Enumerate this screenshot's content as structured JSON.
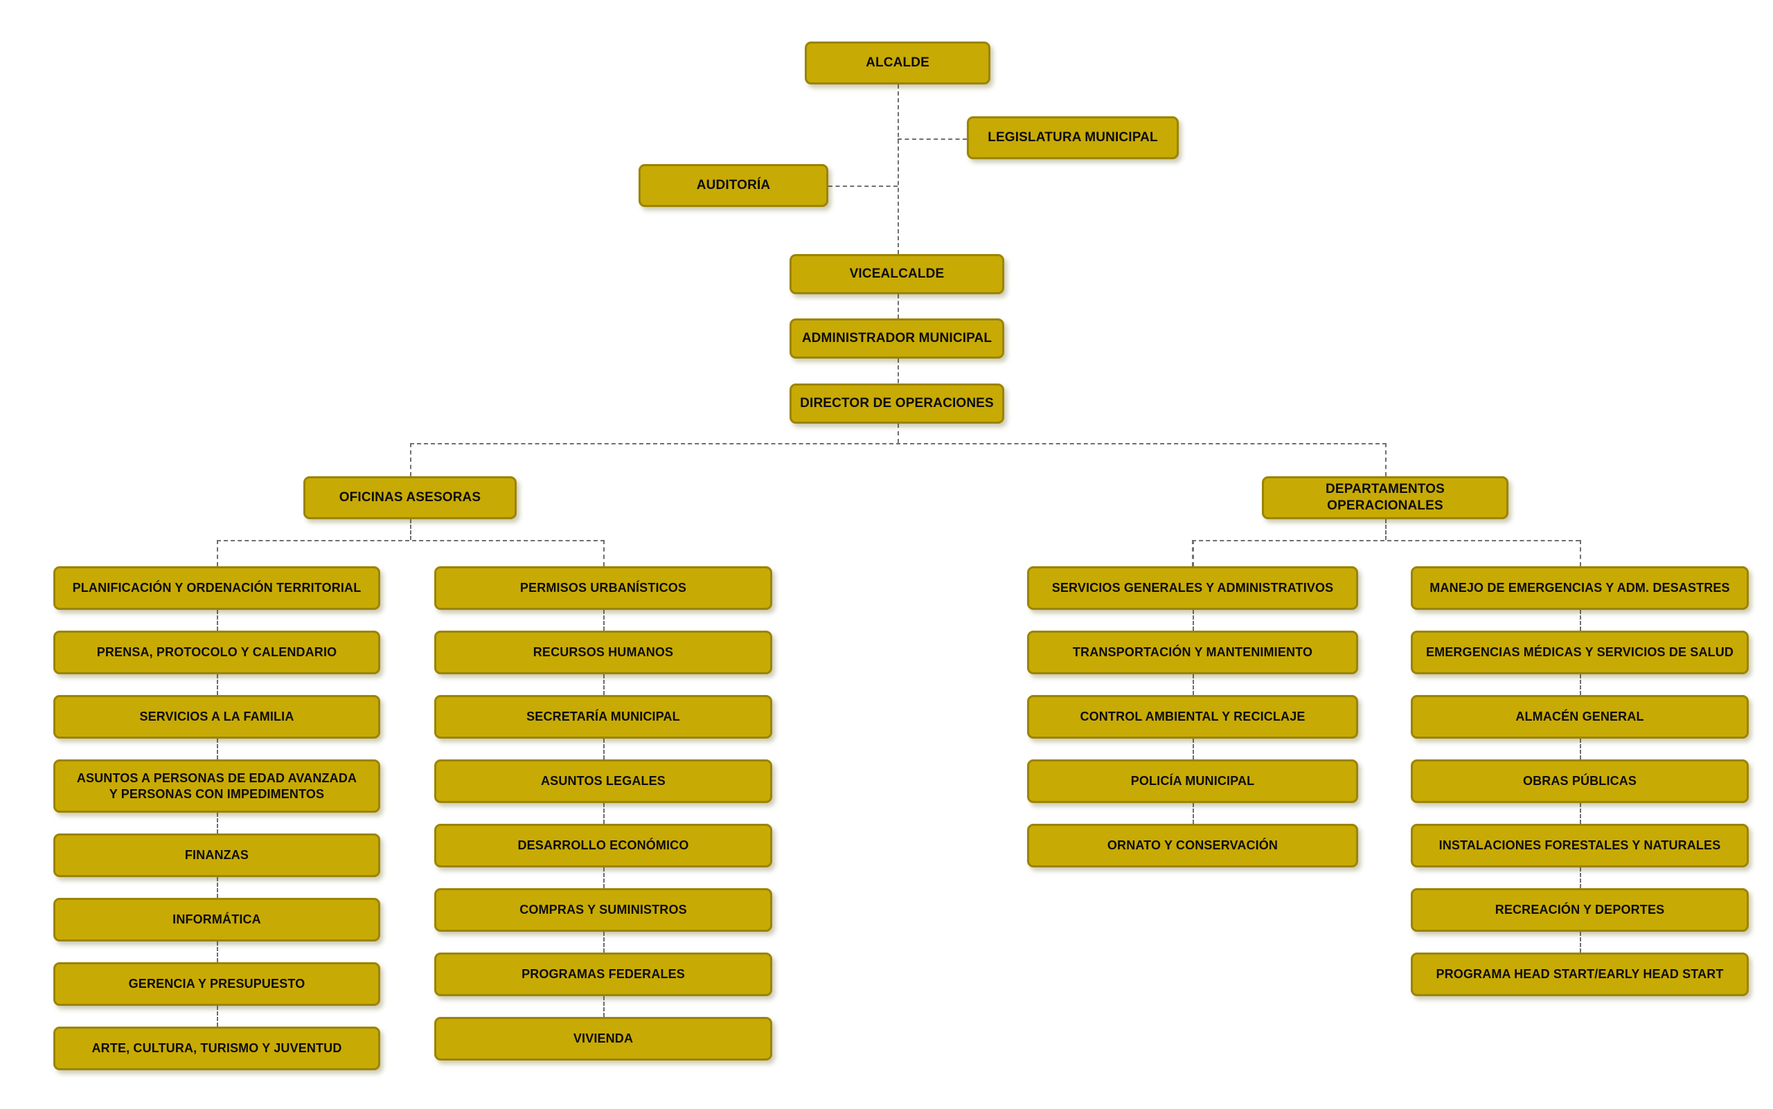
{
  "meta": {
    "title": "Organigrama Municipal",
    "box_fill": "#c8aa04",
    "box_border": "#9b8403",
    "text_color": "#0d0d0d",
    "line_color": "#6f6f6f",
    "background": "#ffffff"
  },
  "chart_data": {
    "type": "organization-chart",
    "orientation": "top-down",
    "line_style": "dashed",
    "nodes": [
      {
        "id": "alcalde",
        "label": "ALCALDE",
        "parent": null
      },
      {
        "id": "legislatura",
        "label": "LEGISLATURA MUNICIPAL",
        "parent": "alcalde"
      },
      {
        "id": "auditoria",
        "label": "AUDITORÍA",
        "parent": "alcalde"
      },
      {
        "id": "vicealcalde",
        "label": "VICEALCALDE",
        "parent": "alcalde"
      },
      {
        "id": "administrador",
        "label": "ADMINISTRADOR MUNICIPAL",
        "parent": "vicealcalde"
      },
      {
        "id": "director",
        "label": "DIRECTOR DE OPERACIONES",
        "parent": "administrador"
      },
      {
        "id": "oficinas",
        "label": "OFICINAS ASESORAS",
        "parent": "director"
      },
      {
        "id": "departamentos",
        "label": "DEPARTAMENTOS OPERACIONALES",
        "parent": "director"
      }
    ]
  },
  "nodes": {
    "alcalde": "ALCALDE",
    "legislatura": "LEGISLATURA MUNICIPAL",
    "auditoria": "AUDITORÍA",
    "vicealcalde": "VICEALCALDE",
    "administrador": "ADMINISTRADOR MUNICIPAL",
    "director": "DIRECTOR DE OPERACIONES",
    "oficinas": "OFICINAS ASESORAS",
    "departamentos": "DEPARTAMENTOS OPERACIONALES"
  },
  "columns": {
    "oficinas_col1": [
      "PLANIFICACIÓN Y ORDENACIÓN TERRITORIAL",
      "PRENSA, PROTOCOLO Y CALENDARIO",
      "SERVICIOS A LA FAMILIA",
      "ASUNTOS A PERSONAS DE EDAD AVANZADA\nY PERSONAS CON IMPEDIMENTOS",
      "FINANZAS",
      "INFORMÁTICA",
      "GERENCIA Y PRESUPUESTO",
      "ARTE, CULTURA, TURISMO Y JUVENTUD"
    ],
    "oficinas_col2": [
      "PERMISOS URBANÍSTICOS",
      "RECURSOS HUMANOS",
      "SECRETARÍA MUNICIPAL",
      "ASUNTOS LEGALES",
      "DESARROLLO ECONÓMICO",
      "COMPRAS Y SUMINISTROS",
      "PROGRAMAS FEDERALES",
      "VIVIENDA"
    ],
    "departamentos_col1": [
      "SERVICIOS GENERALES Y ADMINISTRATIVOS",
      "TRANSPORTACIÓN Y MANTENIMIENTO",
      "CONTROL AMBIENTAL Y RECICLAJE",
      "POLICÍA MUNICIPAL",
      "ORNATO Y CONSERVACIÓN"
    ],
    "departamentos_col2": [
      "MANEJO DE EMERGENCIAS Y ADM. DESASTRES",
      "EMERGENCIAS MÉDICAS Y SERVICIOS DE SALUD",
      "ALMACÉN GENERAL",
      "OBRAS PÚBLICAS",
      "INSTALACIONES FORESTALES Y NATURALES",
      "RECREACIÓN Y DEPORTES",
      "PROGRAMA HEAD START/EARLY HEAD START"
    ]
  }
}
